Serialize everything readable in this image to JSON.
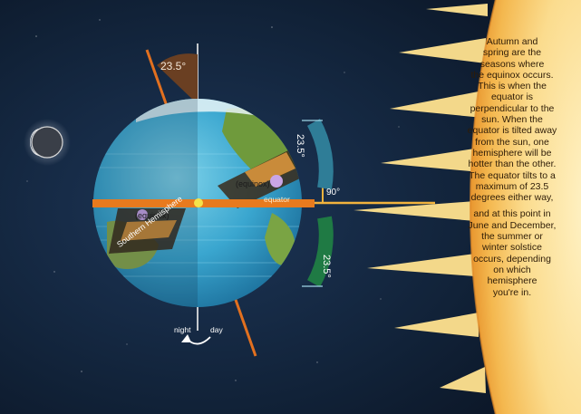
{
  "labels": {
    "tilt_top": "23.5°",
    "equinox_north": "(equinox)",
    "equinox_south": "(equinox)",
    "equator": "equator",
    "southern_hemisphere": "Southern Hemisphere",
    "arc_upper": "23.5°",
    "arc_lower": "23.5°",
    "right_angle": "90°",
    "night": "night",
    "day": "day"
  },
  "explanation": {
    "paragraph_1": "Autumn and\nspring are the\nseasons where\nthe equinox occurs.\nThis is when the\nequator is\nperpendicular to the\nsun. When the\nequator is tilted away\nfrom the sun, one\nhemisphere will be\nhotter than the other.\nThe equator tilts to a\nmaximum of 23.5\ndegrees either way,",
    "paragraph_2": "and at this point in\nJune and December,\nthe summer or\nwinter solstice\noccurs, depending\non which\nhemisphere\nyou're in."
  },
  "colors": {
    "space": "#0f1a2e",
    "sun": "#f6c25a",
    "sun_core": "#fde7a4",
    "ocean": "#3aa6cf",
    "land": "#6f9a3c",
    "axis": "#e2701f",
    "equator_band": "#e77a1e",
    "arc_upper": "#2f7d97",
    "arc_lower": "#1f7a44",
    "tilt_wedge": "#6a3f22"
  }
}
